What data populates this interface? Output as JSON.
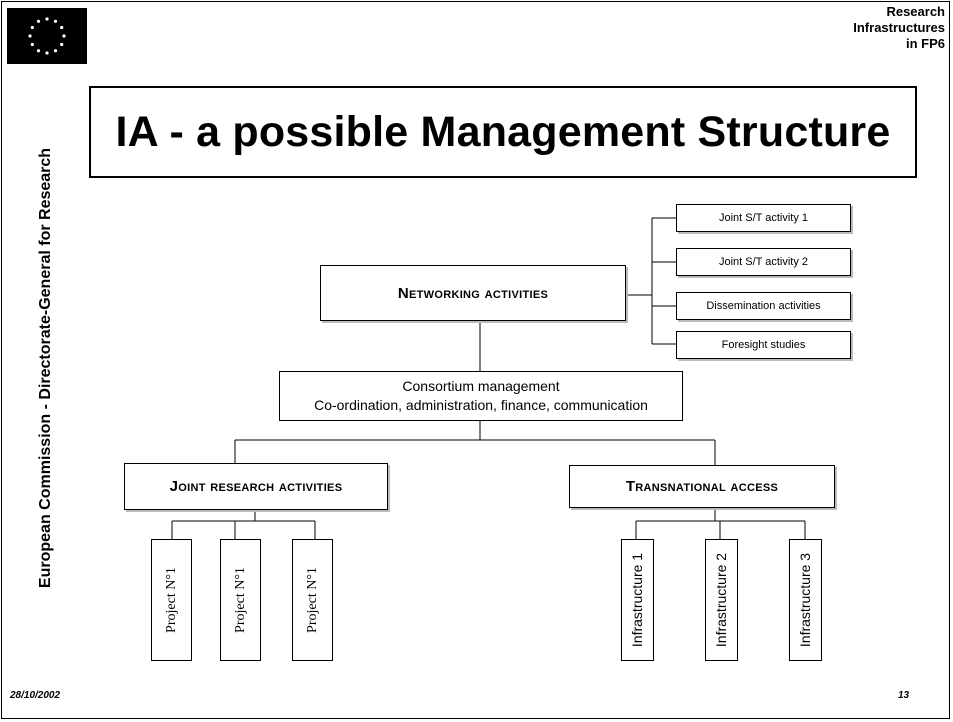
{
  "header": {
    "corner_title_lines": [
      "Research",
      "Infrastructures",
      "in FP6"
    ],
    "side_text": "European Commission - Directorate-General for Research"
  },
  "slide": {
    "title": "IA - a possible Management Structure"
  },
  "diagram": {
    "networking": "Networking activities",
    "networking_items": [
      "Joint S/T activity 1",
      "Joint S/T activity 2",
      "Dissemination activities",
      "Foresight studies"
    ],
    "consortium_line1": "Consortium management",
    "consortium_line2": "Co-ordination, administration, finance, communication",
    "joint_research": "Joint research activities",
    "transnational": "Transnational access",
    "projects": [
      "Project N°1",
      "Project N°1",
      "Project N°1"
    ],
    "infrastructures": [
      "Infrastructure 1",
      "Infrastructure 2",
      "Infrastructure 3"
    ]
  },
  "footer": {
    "date": "28/10/2002",
    "page": "13"
  },
  "colors": {
    "logo_background": "#000000",
    "stars": "#ffffff"
  },
  "icons": {
    "logo": "eu-flag-stars-icon"
  }
}
